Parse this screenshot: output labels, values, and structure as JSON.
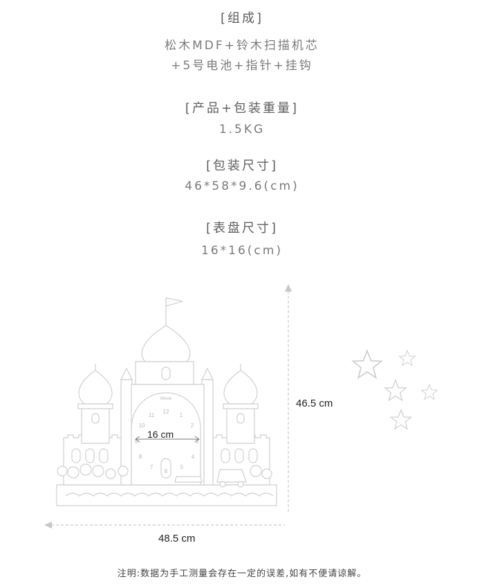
{
  "specs": {
    "composition": {
      "heading": "[组成]",
      "line1": "松木MDF+铃木扫描机芯",
      "line2": "+5号电池+指针+挂钩"
    },
    "weight": {
      "heading": "[产品+包装重量]",
      "value": "1.5KG"
    },
    "package_size": {
      "heading": "[包装尺寸]",
      "value": "46*58*9.6(cm)"
    },
    "dial_size": {
      "heading": "[表盘尺寸]",
      "value": "16*16(cm)"
    }
  },
  "illustration": {
    "height_label": "46.5 cm",
    "width_label": "48.5 cm",
    "dial_label": "16 cm",
    "clock_brand": "Mooie",
    "clock_numbers": [
      "12",
      "1",
      "2",
      "3",
      "4",
      "5",
      "6",
      "7",
      "8",
      "9",
      "10",
      "11"
    ]
  },
  "note": "注明:数据为手工测量会存在一定的误差,如有不便请谅解。",
  "colors": {
    "outline": "#cfcfcf",
    "arrow": "#c8c8c8",
    "text": "#6f6f6f"
  }
}
